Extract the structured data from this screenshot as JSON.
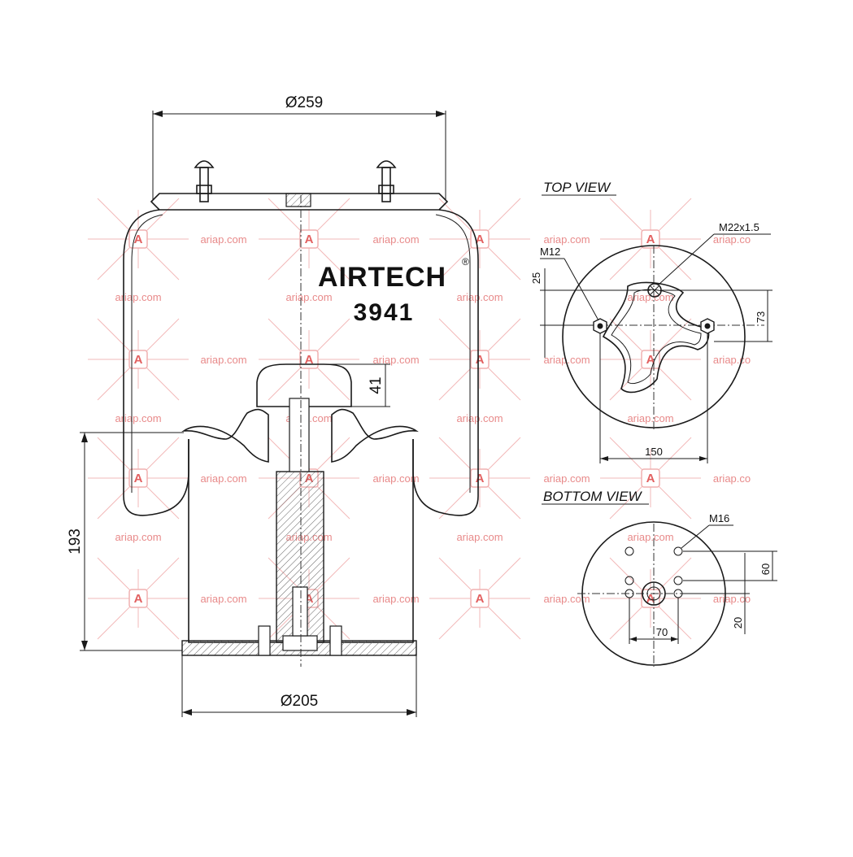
{
  "brand": {
    "name": "AIRTECH",
    "reg_mark": "®",
    "part_number": "3941"
  },
  "main_view": {
    "top_diameter": "Ø259",
    "bottom_diameter": "Ø205",
    "height": "193",
    "pad_height": "41"
  },
  "top_view": {
    "title": "TOP VIEW",
    "air_port_thread": "M22x1.5",
    "stud_thread": "M12",
    "port_offset": "25",
    "stud_offset": "73",
    "stud_spacing": "150"
  },
  "bottom_view": {
    "title": "BOTTOM VIEW",
    "bolt_thread": "M16",
    "vertical_spacing": "60",
    "vertical_offset": "20",
    "horizontal_spacing": "70"
  },
  "watermark": {
    "text": "ariap.com",
    "text_cut": "ariap.co",
    "badge_letter": "A"
  },
  "colors": {
    "line": "#1a1a1a",
    "watermark": "#e88a8a",
    "badge": "#e26060"
  }
}
